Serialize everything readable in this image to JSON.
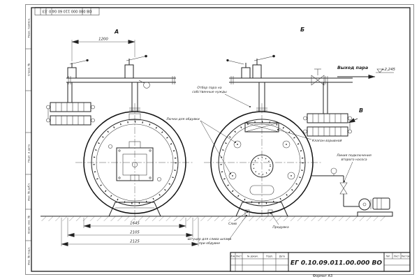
{
  "sheet": {
    "top_stamp": "ОВ 000 000 110 60 04 0 .ЕЗ",
    "format_label": "Формат А3",
    "margin_labels": [
      "Перв. примен.",
      "Справ. №",
      "Подп. и дата",
      "Инв. № дубл.",
      "Взам. инв. №",
      "Инв. № подл."
    ]
  },
  "title_block": {
    "doc_number": "ЕГ 0.10.09.011.00.000  ВО",
    "headers": [
      "Изм.",
      "Лист",
      "№ докум.",
      "Подп.",
      "Дата"
    ],
    "right_headers": [
      "Лит.",
      "Лист",
      "Листов"
    ]
  },
  "views": {
    "front_label": "А",
    "rear_label": "Б",
    "side_label": "В"
  },
  "callouts": {
    "steam_outlet": "Выход пара",
    "elevation": "+2,245",
    "own_needs_line1": "Отбор пара на",
    "own_needs_line2": "собственные нужды",
    "soot_hatches": "Лючки для обдувки",
    "explosion_valve": "Клапан взрывной",
    "pump_line1": "Линия подключения",
    "pump_line2": "второго насоса",
    "drain": "Слив",
    "blowdown": "Продувка",
    "sludge_line1": "Штуцер для слива шлама",
    "sludge_line2": "при обдувке"
  },
  "dimensions": {
    "top_span": "1200",
    "shell_width": "1645",
    "overall_1": "2105",
    "overall_2": "2125"
  }
}
